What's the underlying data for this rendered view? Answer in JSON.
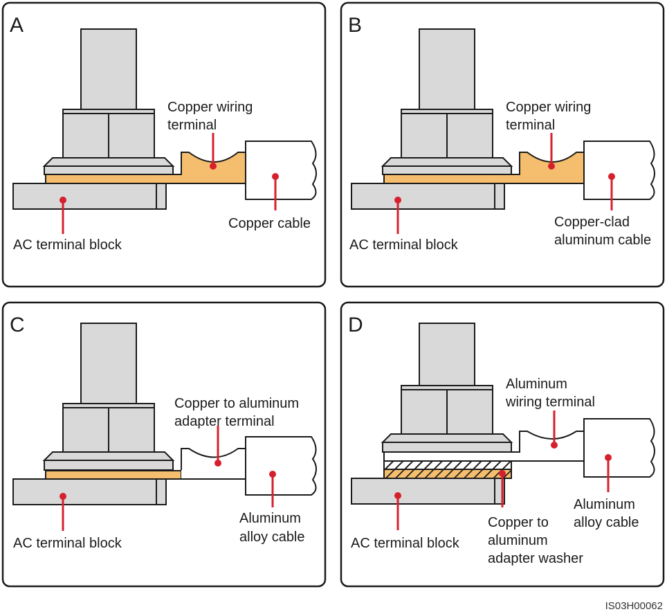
{
  "figure_code": "IS03H00062",
  "colors": {
    "bolt_gray": "#d9d9d9",
    "outline": "#1a1a1a",
    "copper": "#f5be6e",
    "leader": "#d6202d"
  },
  "panels": [
    {
      "letter": "A",
      "terminal_label": [
        "Copper wiring",
        "terminal"
      ],
      "cable_label": [
        "Copper cable"
      ],
      "block_label": "AC terminal block"
    },
    {
      "letter": "B",
      "terminal_label": [
        "Copper wiring",
        "terminal"
      ],
      "cable_label": [
        "Copper-clad",
        "aluminum cable"
      ],
      "block_label": "AC terminal block"
    },
    {
      "letter": "C",
      "terminal_label": [
        "Copper to aluminum",
        "adapter terminal"
      ],
      "cable_label": [
        "Aluminum",
        "alloy cable"
      ],
      "block_label": "AC terminal block"
    },
    {
      "letter": "D",
      "terminal_label": [
        "Aluminum",
        "wiring terminal"
      ],
      "cable_label": [
        "Aluminum",
        "alloy cable"
      ],
      "block_label": "AC terminal block",
      "washer_label": [
        "Copper to",
        "aluminum",
        "adapter washer"
      ]
    }
  ]
}
